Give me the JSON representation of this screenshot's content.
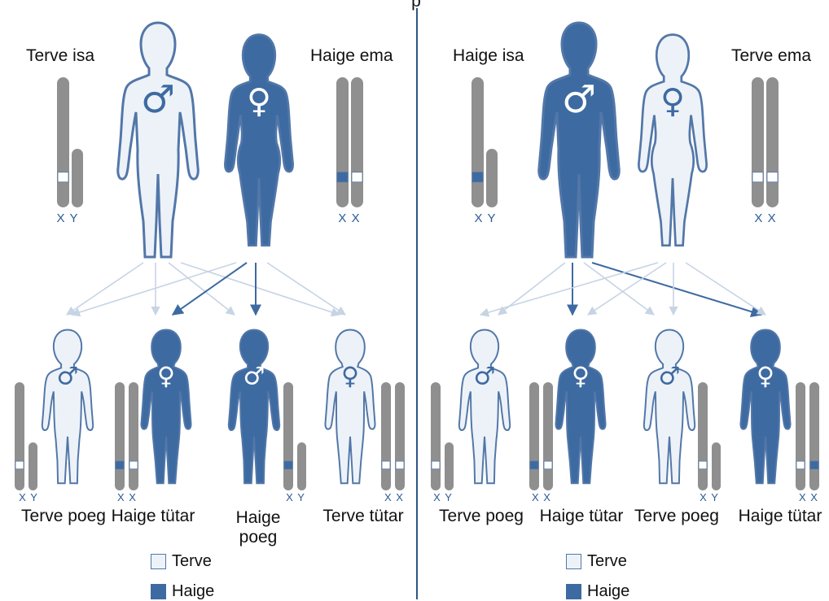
{
  "colors": {
    "healthy": "#edf2f8",
    "sick": "#3d6aa1",
    "outline": "#5277a8",
    "chromosome": "#8f8f8f"
  },
  "top_fragment": "p",
  "left_panel": {
    "father": {
      "label": "Terve isa",
      "status": "healthy",
      "symbol": "♂",
      "chromosome_label": "X Y"
    },
    "mother": {
      "label": "Haige ema",
      "status": "sick",
      "symbol": "♀",
      "chromosome_label": "X X"
    },
    "children": [
      {
        "label": "Terve poeg",
        "status": "healthy",
        "symbol": "♂",
        "chromosome_label": "X Y"
      },
      {
        "label": "Haige tütar",
        "status": "sick",
        "symbol": "♀",
        "chromosome_label": "X X"
      },
      {
        "label": "Haige poeg",
        "label_line1": "Haige",
        "label_line2": "poeg",
        "status": "sick",
        "symbol": "♂",
        "chromosome_label": "X Y"
      },
      {
        "label": "Terve tütar",
        "status": "healthy",
        "symbol": "♀",
        "chromosome_label": "X X"
      }
    ],
    "legend": {
      "healthy": "Terve",
      "sick": "Haige"
    }
  },
  "right_panel": {
    "father": {
      "label": "Haige isa",
      "status": "sick",
      "symbol": "♂",
      "chromosome_label": "X Y"
    },
    "mother": {
      "label": "Terve ema",
      "status": "healthy",
      "symbol": "♀",
      "chromosome_label": "X X"
    },
    "children": [
      {
        "label": "Terve poeg",
        "status": "healthy",
        "symbol": "♂",
        "chromosome_label": "X Y"
      },
      {
        "label": "Haige tütar",
        "status": "sick",
        "symbol": "♀",
        "chromosome_label": "X X"
      },
      {
        "label": "Terve poeg",
        "status": "healthy",
        "symbol": "♂",
        "chromosome_label": "X Y"
      },
      {
        "label": "Haige tütar",
        "status": "sick",
        "symbol": "♀",
        "chromosome_label": "X X"
      }
    ],
    "legend": {
      "healthy": "Terve",
      "sick": "Haige"
    }
  }
}
